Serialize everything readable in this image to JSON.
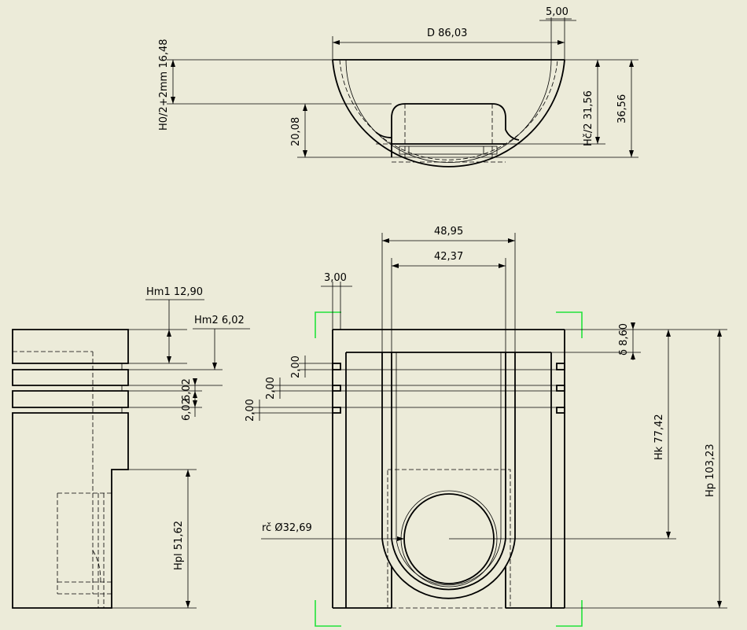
{
  "colors": {
    "background": "#ecebd9",
    "line": "#000000",
    "view_corner_marks": "#22e23a"
  },
  "top_view": {
    "dimensions": {
      "rib_width": "5,00",
      "diameter": "D 86,03",
      "height_to_pin": "H0/2+2mm  16,48",
      "boss_height": "20,08",
      "half_pin_height": "Hč/2 31,56",
      "total_height": "36,56"
    }
  },
  "side_view": {
    "dimensions": {
      "ring_land_1": "Hm1 12,90",
      "ring_land_2": "Hm2 6,02",
      "ring_land_3": "6,02",
      "ring_land_4": "6,02",
      "skirt_height": "Hpl 51,62"
    }
  },
  "front_view": {
    "dimensions": {
      "outer_span": "48,95",
      "inner_span": "42,37",
      "wall_thickness": "3,00",
      "groove_1": "2,00",
      "groove_2": "2,00",
      "groove_3": "2,00",
      "crown_thickness": "δ 8,60",
      "compression_height": "Hk 77,42",
      "total_height": "Hp 103,23",
      "pin_diameter": "rč Ø32,69"
    }
  }
}
